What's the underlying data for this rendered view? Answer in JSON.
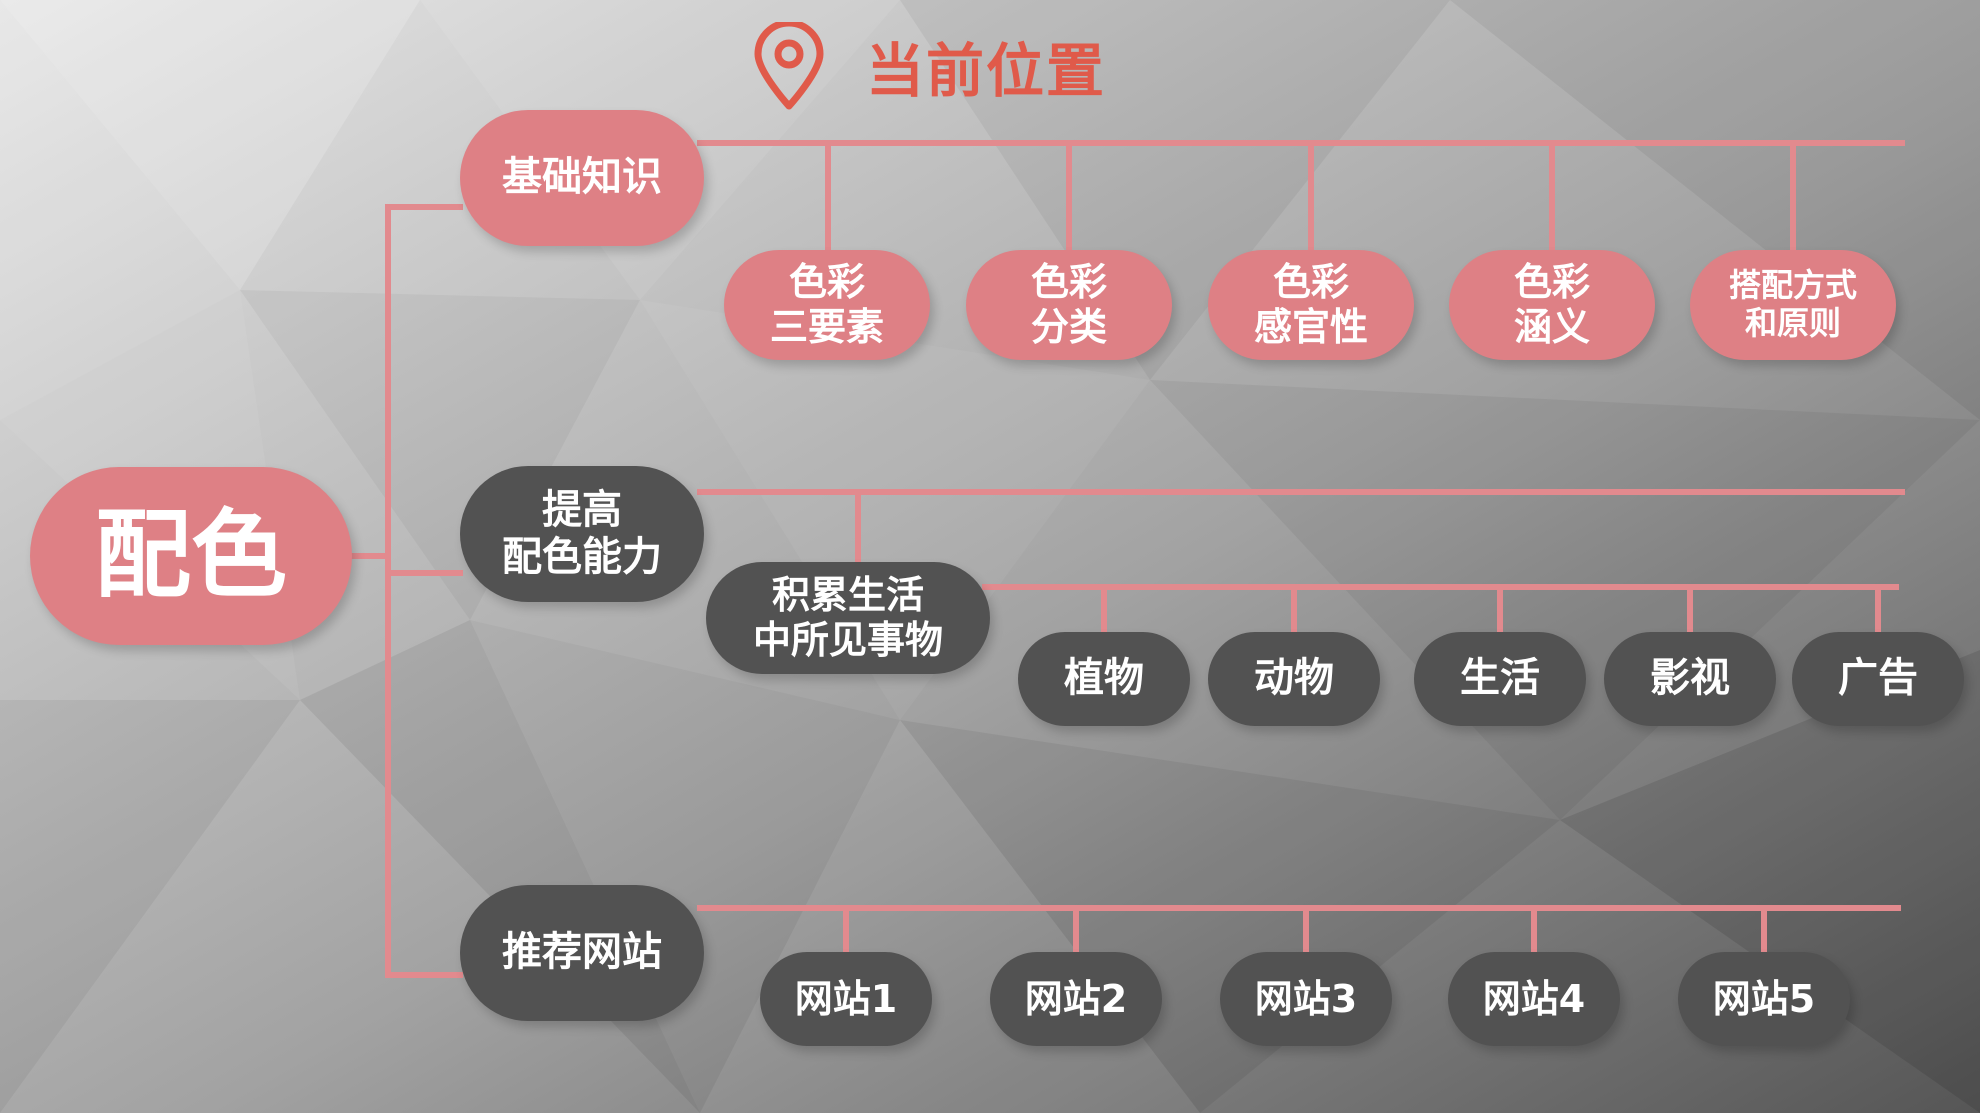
{
  "title": {
    "text": "当前位置"
  },
  "colors": {
    "accent_pink": "#de8085",
    "node_dark": "#525252",
    "title_red": "#e05a4a",
    "line": "#e28a8e"
  },
  "root": {
    "label": "配色"
  },
  "branches": {
    "basics": {
      "label": "基础知识",
      "children": [
        "色彩\n三要素",
        "色彩\n分类",
        "色彩\n感官性",
        "色彩\n涵义",
        "搭配方式\n和原则"
      ]
    },
    "improve": {
      "label": "提高\n配色能力",
      "sub": {
        "label": "积累生活\n中所见事物",
        "children": [
          "植物",
          "动物",
          "生活",
          "影视",
          "广告"
        ]
      }
    },
    "sites": {
      "label": "推荐网站",
      "children": [
        "网站1",
        "网站2",
        "网站3",
        "网站4",
        "网站5"
      ]
    }
  }
}
